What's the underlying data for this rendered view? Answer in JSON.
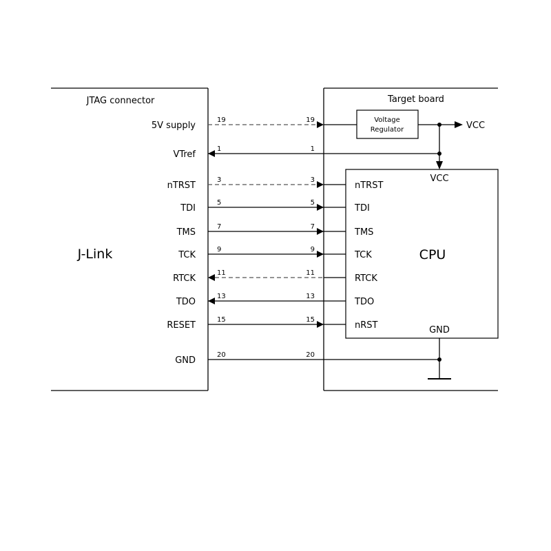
{
  "jlink": {
    "header": "JTAG connector",
    "name": "J-Link"
  },
  "target": {
    "header": "Target board",
    "regulator": [
      "Voltage",
      "Regulator"
    ],
    "vcc_out": "VCC"
  },
  "cpu": {
    "name": "CPU",
    "vcc": "VCC",
    "gnd": "GND"
  },
  "signals": [
    {
      "left": "5V supply",
      "pin": "19",
      "right": "",
      "dir": "right",
      "dashed": true
    },
    {
      "left": "VTref",
      "pin": "1",
      "right": "",
      "dir": "left",
      "dashed": false
    },
    {
      "left": "nTRST",
      "pin": "3",
      "right": "nTRST",
      "dir": "right",
      "dashed": true
    },
    {
      "left": "TDI",
      "pin": "5",
      "right": "TDI",
      "dir": "right",
      "dashed": false
    },
    {
      "left": "TMS",
      "pin": "7",
      "right": "TMS",
      "dir": "right",
      "dashed": false
    },
    {
      "left": "TCK",
      "pin": "9",
      "right": "TCK",
      "dir": "right",
      "dashed": false
    },
    {
      "left": "RTCK",
      "pin": "11",
      "right": "RTCK",
      "dir": "left",
      "dashed": true
    },
    {
      "left": "TDO",
      "pin": "13",
      "right": "TDO",
      "dir": "left",
      "dashed": false
    },
    {
      "left": "RESET",
      "pin": "15",
      "right": "nRST",
      "dir": "right",
      "dashed": false
    },
    {
      "left": "GND",
      "pin": "20",
      "right": "",
      "dir": "none",
      "dashed": false
    }
  ]
}
